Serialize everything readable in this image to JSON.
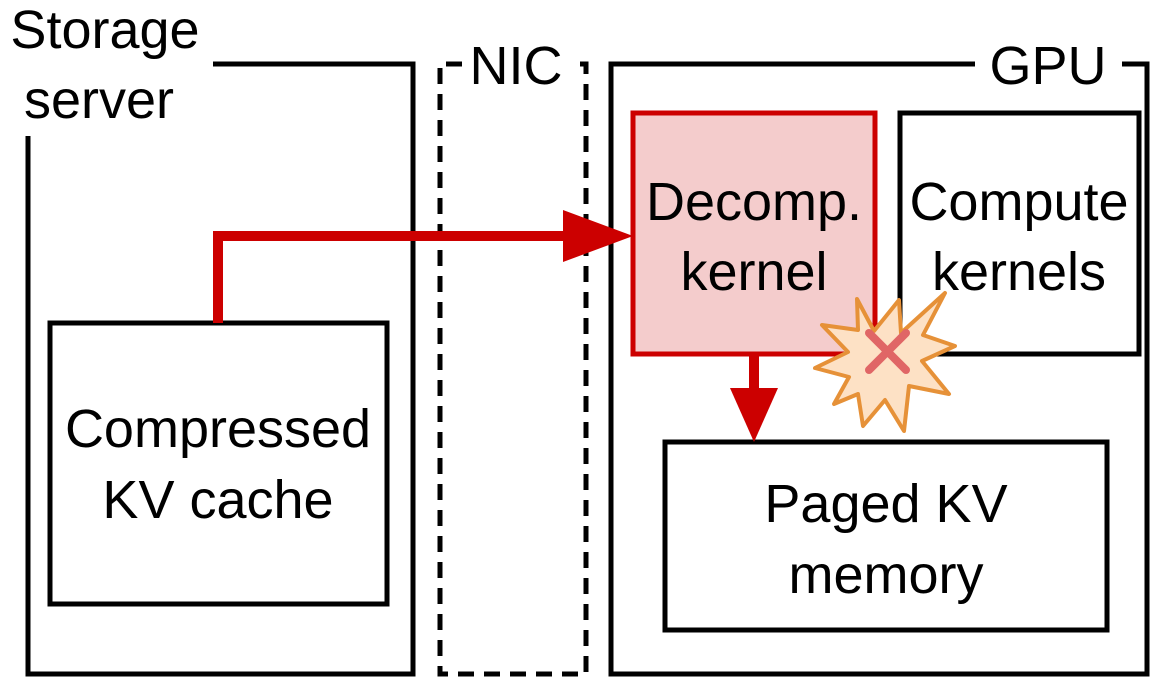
{
  "storage": {
    "title_line1": "Storage",
    "title_line2": "server"
  },
  "nic": {
    "title": "NIC"
  },
  "gpu": {
    "title": "GPU"
  },
  "compressed_kv": {
    "line1": "Compressed",
    "line2": "KV cache"
  },
  "decomp_kernel": {
    "line1": "Decomp.",
    "line2": "kernel"
  },
  "compute_kernels": {
    "line1": "Compute",
    "line2": "kernels"
  },
  "paged_kv": {
    "line1": "Paged KV",
    "line2": "memory"
  },
  "colors": {
    "arrow": "#cc0000",
    "decomp_fill": "#f4cccc",
    "decomp_border": "#cc0000",
    "burst_fill": "#fde1c5",
    "burst_stroke": "#e69138",
    "cross": "#e06666"
  },
  "icons": {
    "conflict": "explosion-cross-icon"
  }
}
